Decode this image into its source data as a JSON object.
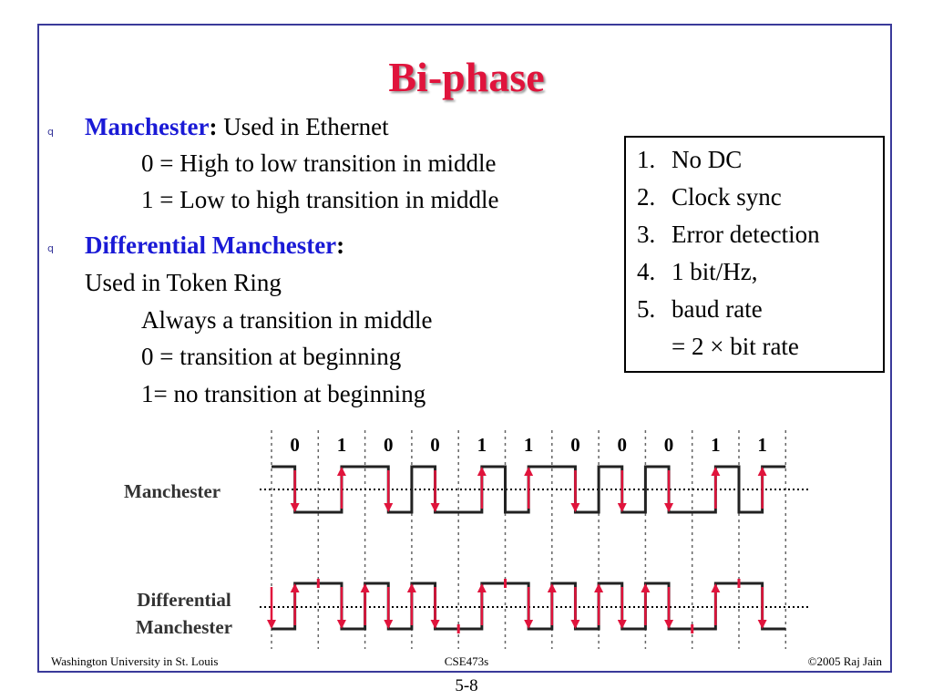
{
  "title": "Bi-phase",
  "bullet_glyph": "q",
  "manchester": {
    "term": "Manchester",
    "colon": ":",
    "desc": " Used in Ethernet",
    "rule0": "0 =  High to low transition in middle",
    "rule1": "1 = Low to high transition in middle"
  },
  "diff_manchester": {
    "term": "Differential Manchester",
    "colon": ":",
    "line1": "Used in Token Ring",
    "line2": "Always a transition in middle",
    "line3": "0 = transition at beginning",
    "line4": "1= no transition at beginning"
  },
  "properties": [
    {
      "num": "1.",
      "text": "No DC"
    },
    {
      "num": "2.",
      "text": "Clock sync"
    },
    {
      "num": "3.",
      "text": "Error detection"
    },
    {
      "num": "4.",
      "text": "1 bit/Hz,"
    },
    {
      "num": "5.",
      "text": "baud rate"
    },
    {
      "num": "",
      "text": "= 2 × bit rate"
    }
  ],
  "diagram": {
    "bits": [
      "0",
      "1",
      "0",
      "0",
      "1",
      "1",
      "0",
      "0",
      "0",
      "1",
      "1"
    ],
    "manchester_label": "Manchester",
    "diff_label_1": "Differential",
    "diff_label_2": "Manchester",
    "arrow_color": "#e0143c",
    "signal_color": "#222222"
  },
  "footer": {
    "left": "Washington University in St. Louis",
    "center": "CSE473s",
    "right": "©2005 Raj Jain"
  },
  "slide_number": "5-8"
}
